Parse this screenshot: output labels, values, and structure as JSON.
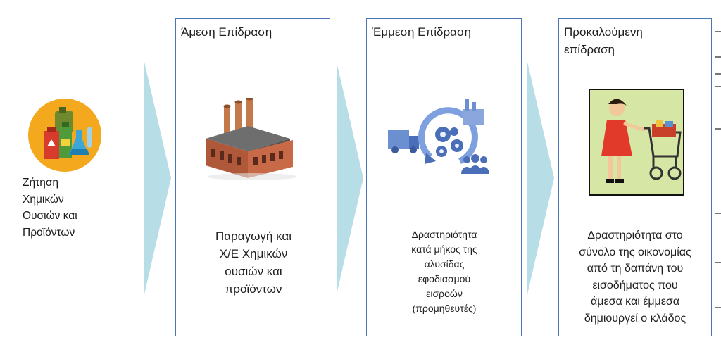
{
  "start": {
    "label_lines": [
      "Ζήτηση",
      "Χημικών",
      "Ουσιών και",
      "Προϊόντων"
    ],
    "icon": "chemical-products-icon"
  },
  "stages": [
    {
      "title_lines": [
        "Άμεση Επίδραση"
      ],
      "icon": "factory-icon",
      "desc_lines": [
        "Παραγωγή και",
        "Χ/Ε Χημικών",
        "ουσιών και",
        "προϊόντων"
      ]
    },
    {
      "title_lines": [
        "Έμμεση Επίδραση"
      ],
      "icon": "supply-chain-icon",
      "desc_lines": [
        "Δραστηριότητα",
        "κατά μήκος της",
        "αλυσίδας",
        "εφοδιασμού",
        "εισροών",
        "(προμηθευτές)"
      ]
    },
    {
      "title_lines": [
        "Προκαλούμενη",
        "επίδραση"
      ],
      "icon": "shopper-cart-icon",
      "desc_lines": [
        "Δραστηριότητα στο",
        "σύνολο της οικονομίας",
        "από τη δαπάνη του",
        "εισοδήματος που",
        "άμεσα και έμμεσα",
        "δημιουργεί ο κλάδος"
      ]
    }
  ],
  "colors": {
    "box_border": "#4a76b8",
    "arrow": "#b7dde6",
    "icon_circle": "#f4a81d"
  }
}
